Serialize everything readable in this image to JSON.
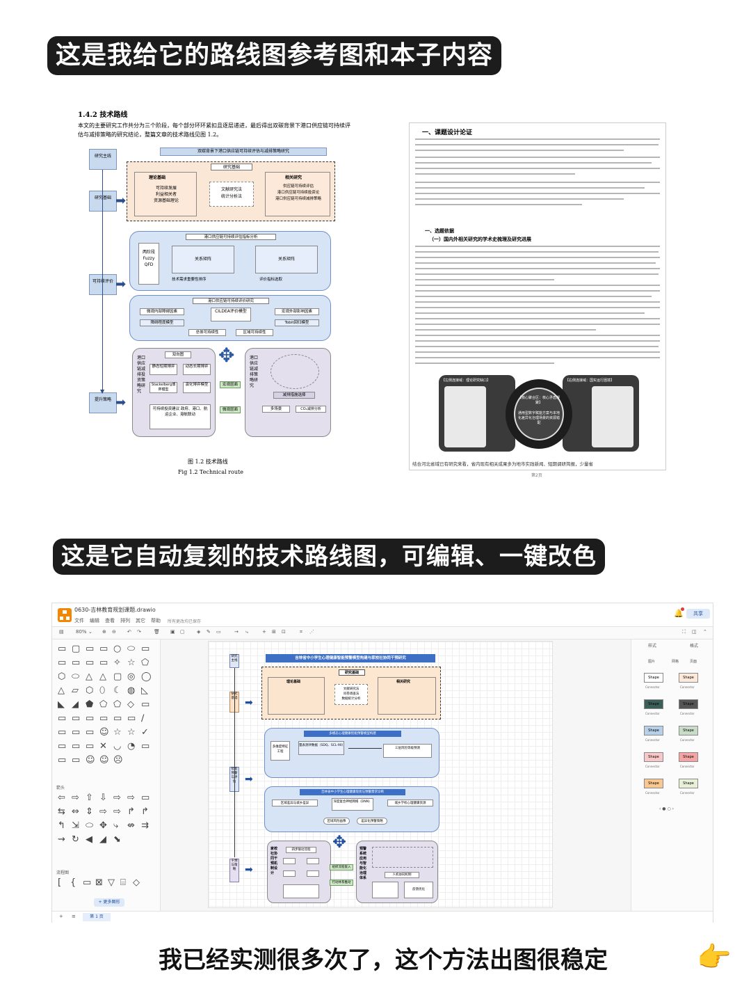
{
  "banners": {
    "top": "这是我给它的路线图参考图和本子内容",
    "middle": "这是它自动复刻的技术路线图，可编辑、一键改色"
  },
  "caption": "我已经实测很多次了，这个方法出图很稳定",
  "caption_icon": "pointing-hand-icon",
  "reference_figure": {
    "section": "1.4.2  技术路线",
    "intro": "本文的主要研究工作共分为三个阶段，每个部分环环紧扣且逐层递进，最后得出双碳背景下港口供应链可持续评估与减排策略的研究结论，整篇文章的技术路线见图 1.2。",
    "top_title": "双碳背景下港口供应链可持续评估与减排策略研究",
    "stages": [
      "研究主线",
      "研究基础",
      "可持续评价",
      "提升策略"
    ],
    "block1": {
      "title": "研究基础",
      "left_title": "理论基础",
      "left_items": "可持续发展\n利益相关者\n资源基础理论",
      "middle": "文献研究法\n统计分析法",
      "right_title": "相关研究",
      "right_items": "供应链可持续评估\n港口供应链可持续投资论\n港口供应链可持续减排策略"
    },
    "block2": {
      "title": "港口供应链可持续评估指标分析",
      "side": "两阶段Fuzzy QFD",
      "inner_a": "关系矩阵",
      "inner_b": "关系矩阵",
      "foot_a": "技术需求重要性排序",
      "foot_b": "评价指标选取"
    },
    "block3": {
      "title": "港口供应链可持续评价研究",
      "left_a": "微观内部障碍因素",
      "left_b": "障碍程度模型",
      "center": "CILDEA评价模型",
      "right_a": "宏观外部影响因素",
      "right_b": "Tobit回归模型",
      "out_a": "总体可持续性",
      "out_b": "区域可持续性"
    },
    "block4": {
      "left_title": "港口供应链减排投资策略研究",
      "game": "双向图",
      "s1": "静态短期博弈",
      "s2": "动态长期博弈",
      "s3": "Stackelberg博弈模型",
      "s4": "演化博弈模型",
      "advice": "可持续投资建议 政府、港口、航运企业、港航联动",
      "mid_a": "宏观层面",
      "mid_b": "微观层面",
      "right_title": "港口供应链减排策略研究",
      "r1": "减排措施选择",
      "r2": "多场景",
      "r3": "CO₂减排分析"
    },
    "fig_cn": "图 1.2    技术路线",
    "fig_en": "Fig 1.2    Technical route"
  },
  "document": {
    "heading": "一、课题设计论证",
    "sub1": "一、选题依据",
    "sub2": "（一）国内外相关研究的学术史梳理及研究进展",
    "banner_left": "【左侧连接域：理论研究缺口】",
    "banner_right": "【右侧连接域：国实运行困境】",
    "center_title": "【核心聚合区：核心矛盾凝聚】",
    "center_text": "通用型数字赋能方案与本地化差异化治理场景的资源错配",
    "page_no": "第2页",
    "footer": "结合河北省域已有研究来看，省内现有相关成果多为地市实践新闻、短期调研简报，少量省"
  },
  "drawio": {
    "filename": "0630-吉林教育规划课题.drawio",
    "menus": [
      "文件",
      "编辑",
      "查看",
      "排列",
      "其它",
      "帮助"
    ],
    "saved": "所有更改均已保存",
    "share": "共享",
    "zoom": "80%",
    "sections": [
      "箭头",
      "流程图"
    ],
    "more_shapes": "+ 更多图形",
    "page_tab": "第 1 页",
    "format_tabs": [
      "样式",
      "格式"
    ],
    "format_opts": [
      "图片",
      "网格",
      "页面"
    ],
    "swatch_label": "Shape",
    "connector_label": "Connector",
    "diagram": {
      "title": "吉林省中小学生心理健康智能预警模型构建与家校社协同干预研究",
      "stages": [
        "研究主线",
        "研究基础",
        "智能预警与评估",
        "干预与策略"
      ],
      "b1_title": "研究基础",
      "b1_left": "理论基础",
      "b1_mid": "文献研究法\n问卷调查法\n数据统计分析",
      "b1_right": "相关研究",
      "b2_title": "多模态心理健康智能预警模型构建",
      "b2_side": "多维度特征工程",
      "b2_a": "量表测评数据（SDQ、SCL-90）",
      "b2_b": "三层风险等级预测",
      "b3_title": "吉林省中小学生心理健康现状与预警需求诊断",
      "b3_l": "区域差异与城乡差异",
      "b3_c": "深度复合神经网络（DNN）",
      "b3_r": "城乡学校心理健康资源",
      "b3_o1": "区域风险画像",
      "b3_o2": "差异化预警策略",
      "b4_left": "家校社协同干预机制设计",
      "b4_top": "四步联动流程",
      "b4_in": "组织流程嵌入",
      "b4_out": "行动体系推动",
      "b4_right": "预警系统应用与智能化治理体系",
      "b4_r1": "人机协同机制",
      "b4_r2": "反馈优化"
    }
  }
}
